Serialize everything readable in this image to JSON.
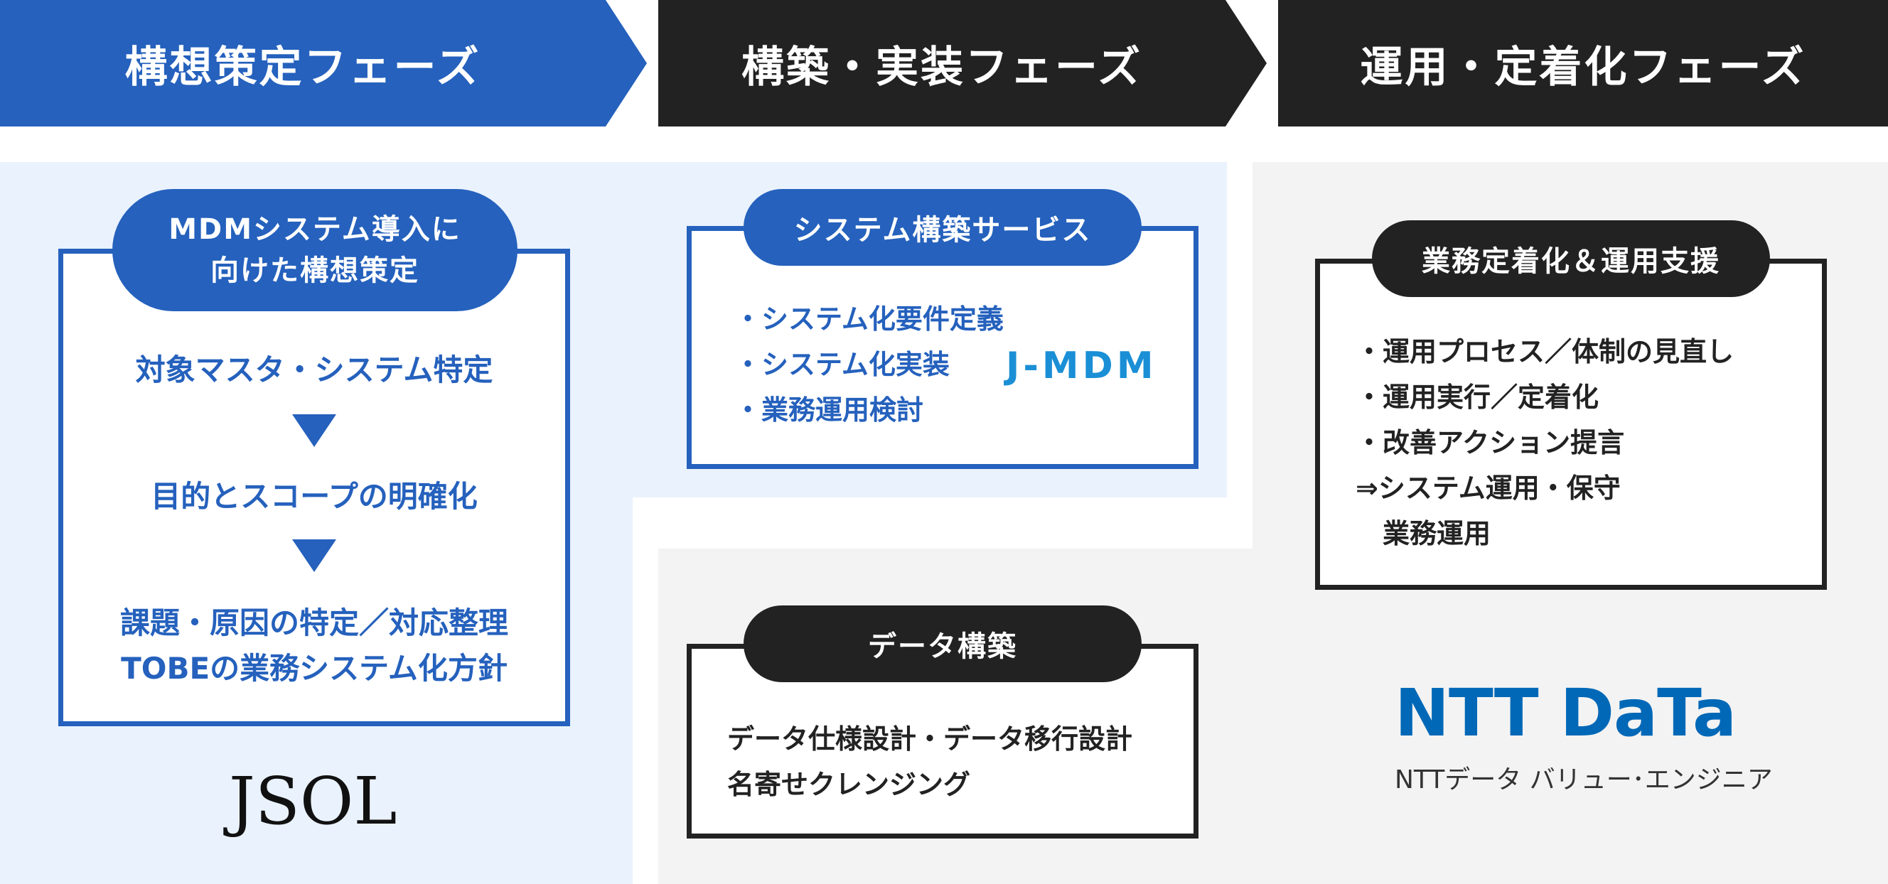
{
  "phases": [
    {
      "label": "構想策定フェーズ",
      "color": "#2561bd"
    },
    {
      "label": "構築・実装フェーズ",
      "color": "#222222"
    },
    {
      "label": "運用・定着化フェーズ",
      "color": "#222222"
    }
  ],
  "concept": {
    "pill_line1": "MDMシステム導入に",
    "pill_line2": "向けた構想策定",
    "step1": "対象マスタ・システム特定",
    "step2": "目的とスコープの明確化",
    "step3_line1": "課題・原因の特定／対応整理",
    "step3_line2": "TOBEの業務システム化方針",
    "logo": "JSOL"
  },
  "system_build": {
    "pill": "システム構築サービス",
    "items": [
      "・システム化要件定義",
      "・システム化実装",
      "・業務運用検討"
    ],
    "logo": "J-MDM"
  },
  "data_build": {
    "pill": "データ構築",
    "line1": "データ仕様設計・データ移行設計",
    "line2": "名寄せクレンジング"
  },
  "operation": {
    "pill": "業務定着化＆運用支援",
    "items": [
      "・運用プロセス／体制の見直し",
      "・運用実行／定着化",
      "・改善アクション提言",
      "⇒システム運用・保守",
      "　業務運用"
    ],
    "logo": "NTT DaTa",
    "logo_sub": "NTTデータ バリュー･エンジニア"
  },
  "colors": {
    "accent_blue": "#2561bd",
    "dark": "#222222",
    "light_blue_bg": "#eaf2fd",
    "light_gray_bg": "#f3f3f3"
  }
}
